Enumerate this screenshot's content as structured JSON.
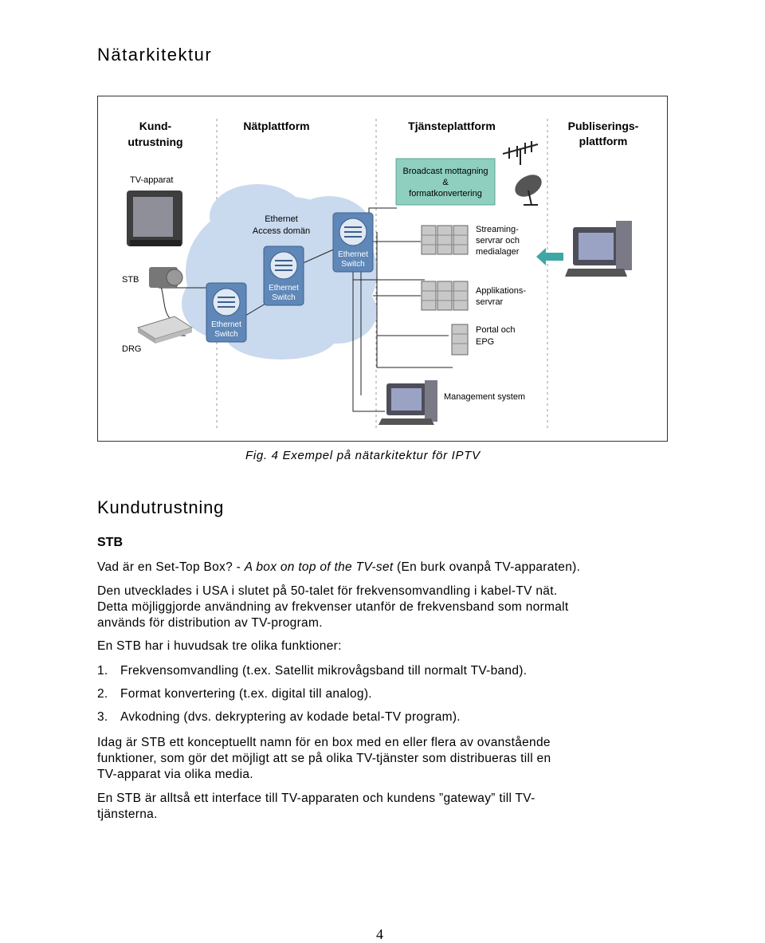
{
  "page_title": "Nätarkitektur",
  "figure": {
    "columns": {
      "kund_line1": "Kund-",
      "kund_line2": "utrustning",
      "nat": "Nätplattform",
      "tjanst": "Tjänsteplattform",
      "publ_line1": "Publiserings-",
      "publ_line2": "plattform"
    },
    "labels": {
      "tv": "TV-apparat",
      "stb": "STB",
      "drg": "DRG",
      "eth_access_line1": "Ethernet",
      "eth_access_line2": "Access domän",
      "switch_line1": "Ethernet",
      "switch_line2": "Switch",
      "broadcast_line1": "Broadcast mottagning",
      "broadcast_line2": "&",
      "broadcast_line3": "formatkonvertering",
      "streaming_line1": "Streaming-",
      "streaming_line2": "servrar och",
      "streaming_line3": "medialager",
      "app_line1": "Applikations-",
      "app_line2": "servrar",
      "portal_line1": "Portal och",
      "portal_line2": "EPG",
      "mgmt": "Management system"
    },
    "colors": {
      "cloud": "#c9d9ee",
      "broadcast_box": "#8fcfc0",
      "switch": "#5f87b8",
      "arrow": "#3fa6a6"
    }
  },
  "caption": "Fig. 4   Exempel på nätarkitektur för IPTV",
  "section_title": "Kundutrustning",
  "subsection_title": "STB",
  "p1_a": "Vad är en Set-Top Box? - ",
  "p1_b": "A box on top of the TV-set",
  "p1_c": " (En burk ovanpå TV-apparaten).",
  "p2_l1": "Den utvecklades i USA i slutet på 50-talet för frekvensomvandling i kabel-TV nät.",
  "p2_l2": "Detta möjliggjorde användning av frekvenser utanför de frekvensband som normalt",
  "p2_l3": "används för distribution av TV-program.",
  "p3": "En STB har i huvudsak tre olika funktioner:",
  "list": [
    {
      "num": "1.",
      "text": "Frekvensomvandling (t.ex. Satellit mikrovågsband till normalt TV-band)."
    },
    {
      "num": "2.",
      "text": "Format konvertering (t.ex. digital till analog)."
    },
    {
      "num": "3.",
      "text": "Avkodning (dvs. dekryptering av kodade betal-TV program)."
    }
  ],
  "p4_l1": "Idag är STB ett konceptuellt namn för en box med en eller flera av ovanstående",
  "p4_l2": "funktioner, som gör det möjligt att se på olika TV-tjänster som distribueras till en",
  "p4_l3": "TV-apparat via olika media.",
  "p5_l1": "En STB är alltså ett interface till TV-apparaten och kundens ”gateway” till TV-",
  "p5_l2": "tjänsterna.",
  "page_number": "4"
}
